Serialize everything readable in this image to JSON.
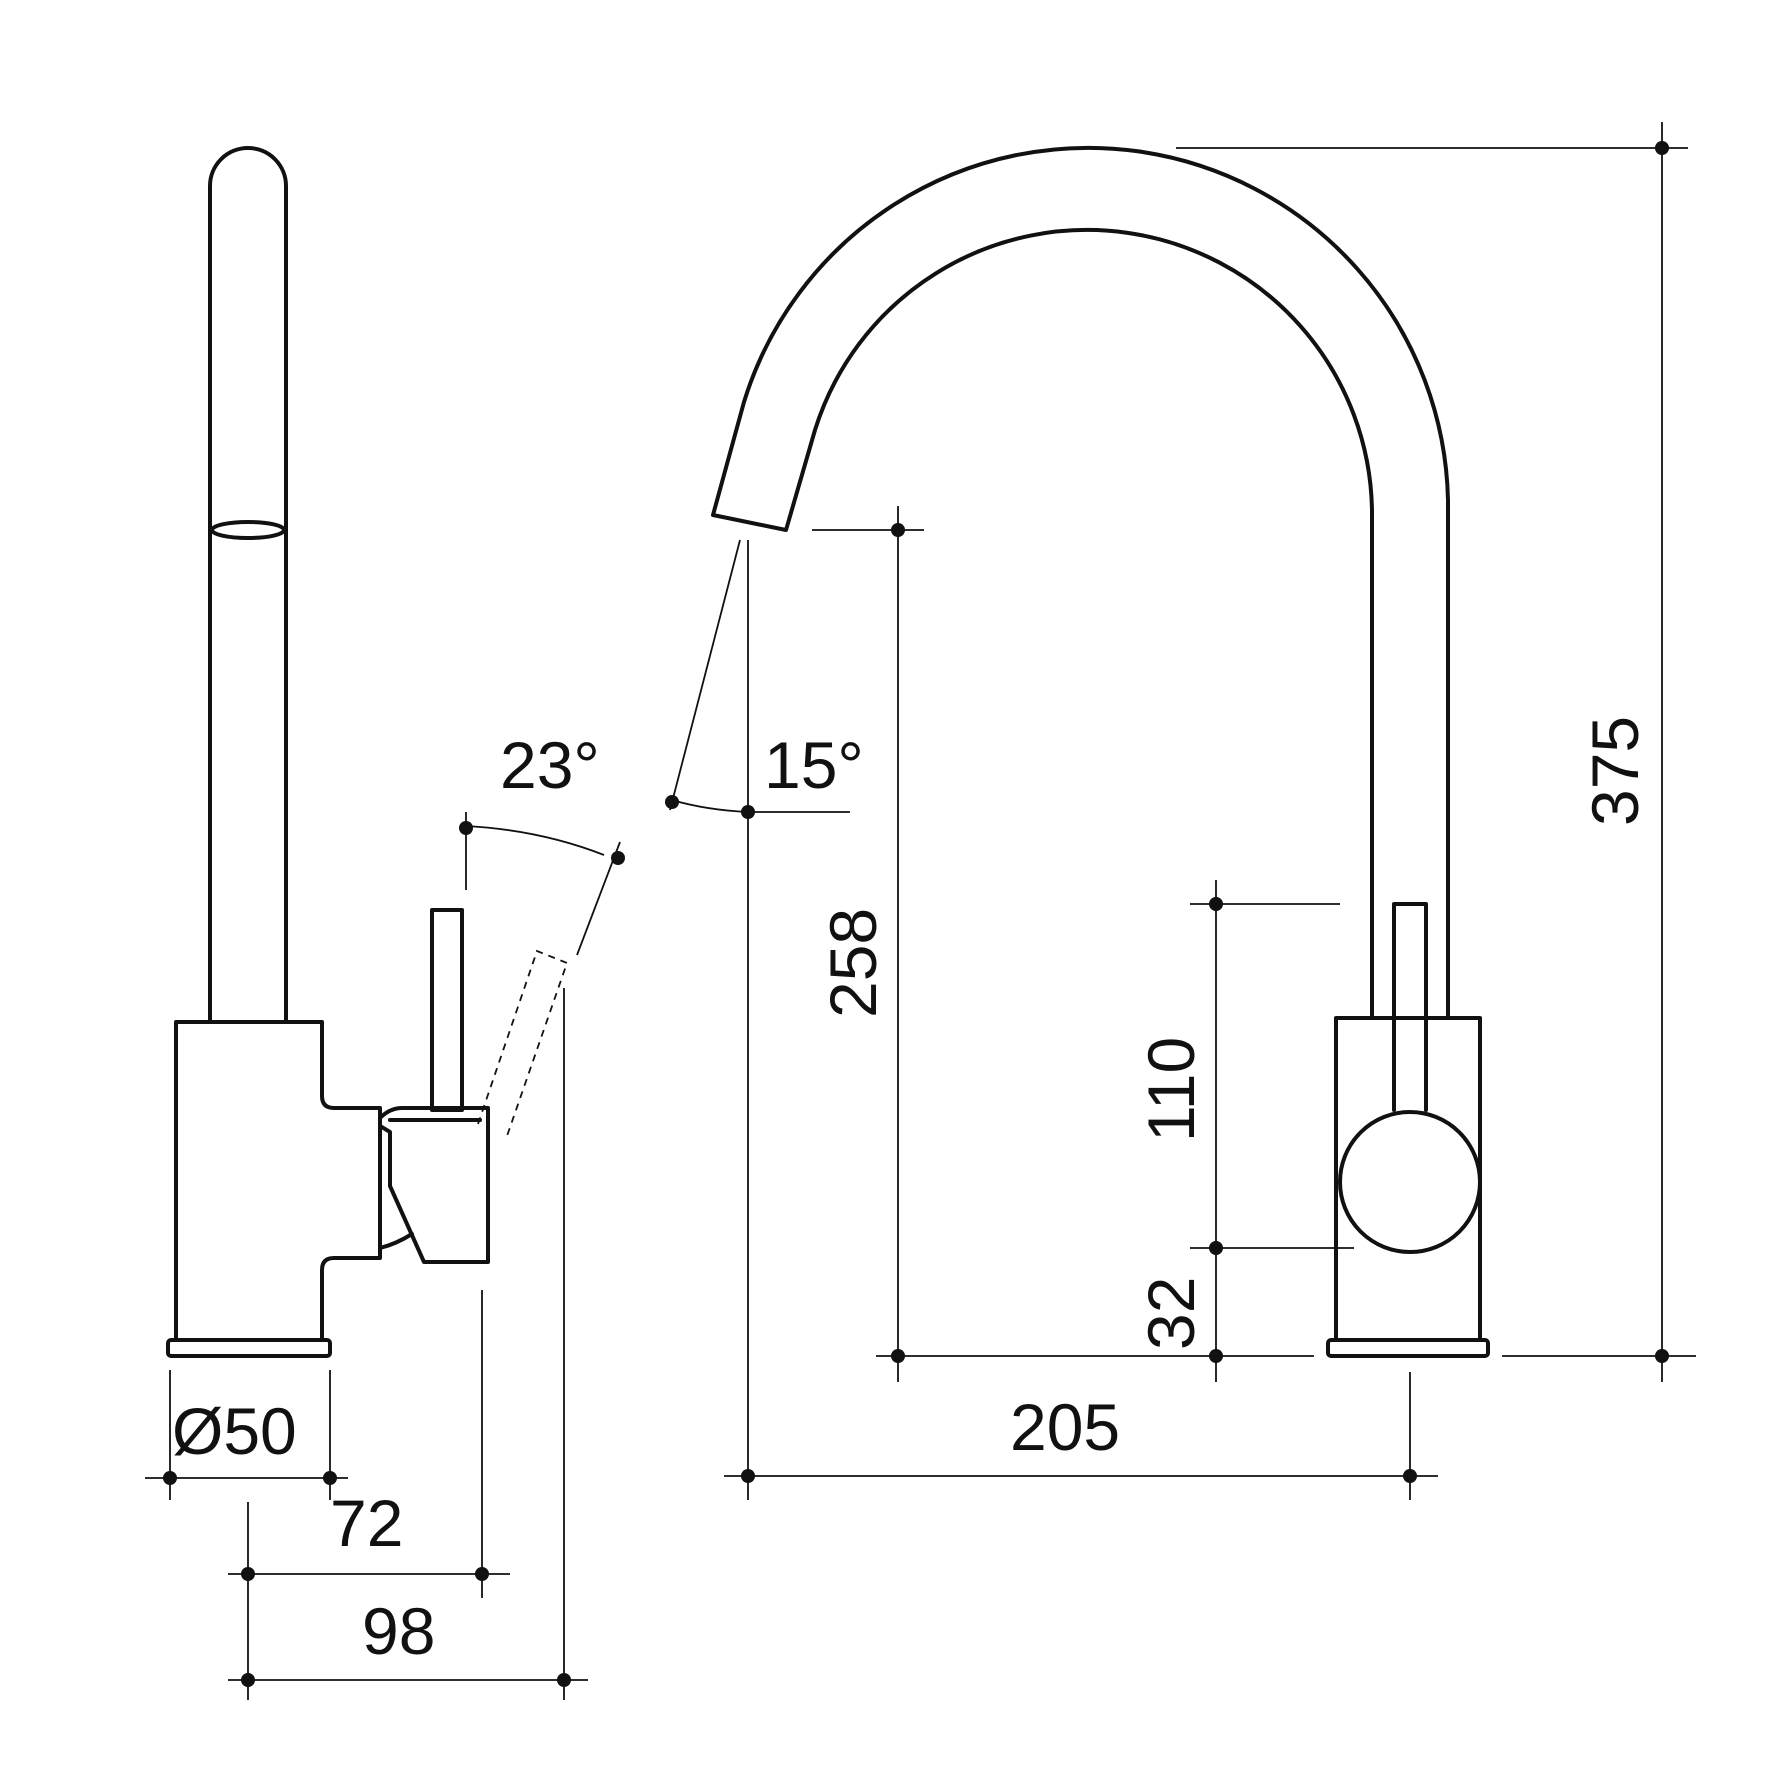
{
  "drawing": {
    "line_color": "#111111",
    "background": "#ffffff",
    "side_view": {
      "base_diameter": "Ø50",
      "depth_to_handle_face": "72",
      "depth_overall": "98",
      "lever_tilt_angle": "23°"
    },
    "front_view": {
      "spout_tilt_angle": "15°",
      "spout_outlet_height": "258",
      "overall_height": "375",
      "lever_height": "110",
      "handle_centre_height": "32",
      "spout_reach": "205"
    }
  }
}
